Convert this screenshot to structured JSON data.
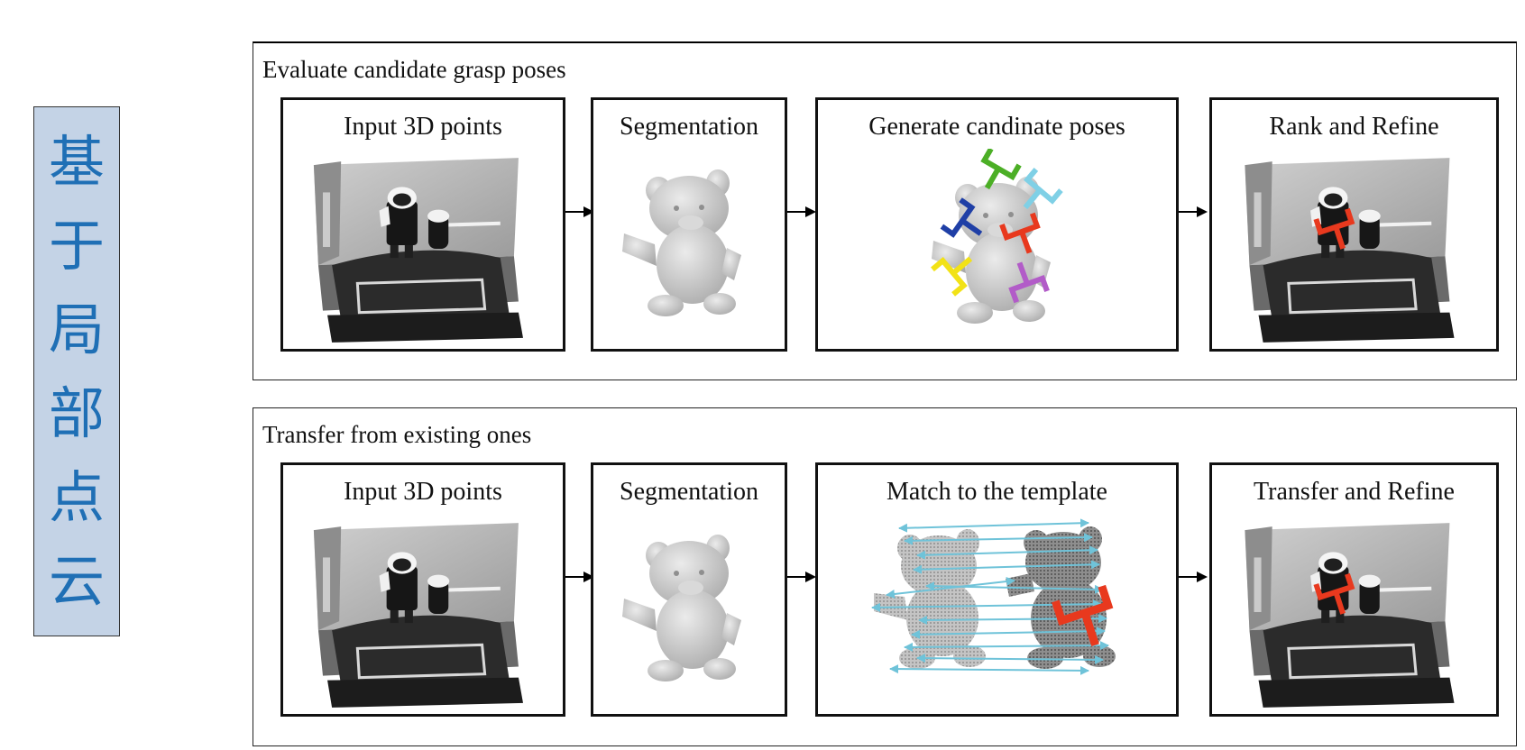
{
  "side_label": {
    "chars": [
      "基",
      "于",
      "局",
      "部",
      "点",
      "云"
    ]
  },
  "rows": [
    {
      "title": "Evaluate candidate grasp poses",
      "panels": [
        {
          "title": "Input 3D points"
        },
        {
          "title": "Segmentation"
        },
        {
          "title": "Generate candinate poses"
        },
        {
          "title": "Rank and Refine"
        }
      ]
    },
    {
      "title": "Transfer from existing ones",
      "panels": [
        {
          "title": "Input 3D points"
        },
        {
          "title": "Segmentation"
        },
        {
          "title": "Match to the template"
        },
        {
          "title": "Transfer and Refine"
        }
      ]
    }
  ],
  "grasp_colors": {
    "green": "#4caf26",
    "cyan": "#7fd0e6",
    "blue": "#1f3fa6",
    "red": "#e8391e",
    "yellow": "#f2e216",
    "purple": "#b25cc8"
  },
  "match_line_color": "#6fc3d9"
}
